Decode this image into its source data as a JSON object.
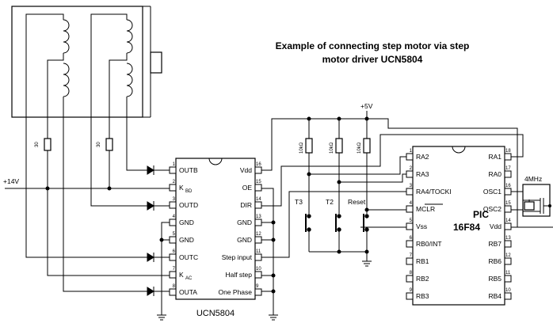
{
  "title": {
    "line1": "Example of connecting step motor via step",
    "line2": "motor driver UCN5804"
  },
  "driver": {
    "name": "UCN5804",
    "pins_left": [
      {
        "num": "1",
        "label": "OUTB"
      },
      {
        "num": "2",
        "label": "K",
        "sub": "BD"
      },
      {
        "num": "3",
        "label": "OUTD"
      },
      {
        "num": "4",
        "label": "GND"
      },
      {
        "num": "5",
        "label": "GND"
      },
      {
        "num": "6",
        "label": "OUTC"
      },
      {
        "num": "7",
        "label": "K",
        "sub": "AC"
      },
      {
        "num": "8",
        "label": "OUTA"
      }
    ],
    "pins_right": [
      {
        "num": "16",
        "label": "Vdd"
      },
      {
        "num": "15",
        "label": "OE"
      },
      {
        "num": "14",
        "label": "DIR"
      },
      {
        "num": "13",
        "label": "GND"
      },
      {
        "num": "12",
        "label": "GND"
      },
      {
        "num": "11",
        "label": "Step input"
      },
      {
        "num": "10",
        "label": "Half step"
      },
      {
        "num": "9",
        "label": "One Phase"
      }
    ]
  },
  "pic": {
    "name_line1": "PIC",
    "name_line2": "16F84",
    "pins_left": [
      {
        "num": "1",
        "label": "RA2"
      },
      {
        "num": "2",
        "label": "RA3"
      },
      {
        "num": "3",
        "label": "RA4/TOCKI"
      },
      {
        "num": "4",
        "label": "MCLR"
      },
      {
        "num": "5",
        "label": "Vss"
      },
      {
        "num": "6",
        "label": "RB0/INT"
      },
      {
        "num": "7",
        "label": "RB1"
      },
      {
        "num": "8",
        "label": "RB2"
      },
      {
        "num": "9",
        "label": "RB3"
      }
    ],
    "pins_right": [
      {
        "num": "18",
        "label": "RA1"
      },
      {
        "num": "17",
        "label": "RA0"
      },
      {
        "num": "16",
        "label": "OSC1"
      },
      {
        "num": "15",
        "label": "OSC2"
      },
      {
        "num": "14",
        "label": "Vdd"
      },
      {
        "num": "13",
        "label": "RB7"
      },
      {
        "num": "12",
        "label": "RB6"
      },
      {
        "num": "11",
        "label": "RB5"
      },
      {
        "num": "10",
        "label": "RB4"
      }
    ]
  },
  "labels": {
    "supply_14v": "+14V",
    "supply_5v": "+5V",
    "crystal": "4MHz",
    "resistor_30": "30",
    "resistor_10k": "10kΩ",
    "button_t3": "T3",
    "button_t2": "T2",
    "button_reset": "Reset"
  }
}
